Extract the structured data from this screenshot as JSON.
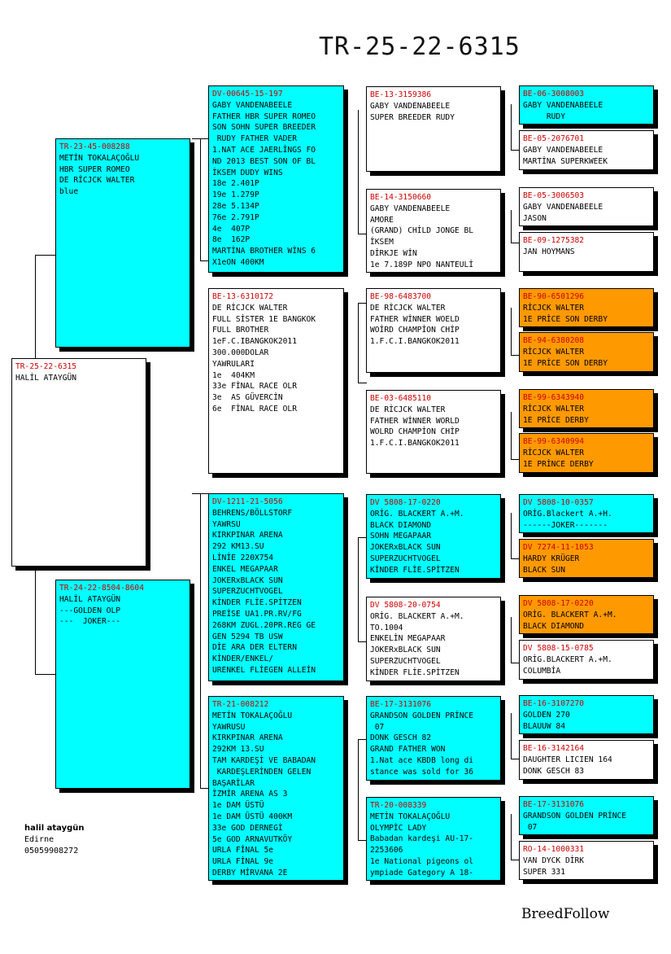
{
  "title": "TR-25-22-6315",
  "brand": "BreedFollow",
  "owner": {
    "name": "halil ataygün",
    "city": "Edirne",
    "phone": "05059908272"
  },
  "boxes": {
    "g0": {
      "ring": "TR-25-22-6315",
      "lines": [
        "HALİL ATAYGÜN"
      ]
    },
    "g1a": {
      "ring": "TR-23-45-008288",
      "lines": [
        "METİN TOKALAÇOĞLU",
        "HBR SUPER ROMEO",
        "DE RİCJCK WALTER",
        "blue"
      ]
    },
    "g1b": {
      "ring": "TR-24-22-8504-8604",
      "lines": [
        "HALİL ATAYGÜN",
        "---GOLDEN OLP",
        "---  JOKER---"
      ]
    },
    "g2a": {
      "ring": "DV-00645-15-197",
      "lines": [
        "GABY VANDENABEELE",
        "FATHER HBR SUPER ROMEO",
        "SON SOHN SUPER BREEDER",
        " RUDY FATHER VADER",
        "1.NAT ACE JAERLİNGS FO",
        "ND 2013 BEST SON OF BL",
        "İKSEM DUDY WINS",
        "18e 2.401P",
        "19e 1.279P",
        "28e 5.134P",
        "76e 2.791P",
        "4e  407P",
        "8e  162P",
        "MARTİNA BROTHER WİNS 6",
        "X1eON 400KM"
      ]
    },
    "g2b": {
      "ring": "BE-13-6310172",
      "lines": [
        "DE RİCJCK WALTER",
        "FULL SİSTER 1E BANGKOK",
        "FULL BROTHER",
        "1eF.C.IBANGKOK2011",
        "300.000DOLAR",
        "YAWRULARI",
        "1e  404KM",
        "33e FİNAL RACE OLR",
        "3e  AS GÜVERCİN",
        "6e  FİNAL RACE OLR"
      ]
    },
    "g2c": {
      "ring": "DV-1211-21-5056",
      "lines": [
        "BEHRENS/BÖLLSTORF",
        "YAWRSU",
        "KIRKPINAR ARENA",
        "292 KM13.SU",
        "LİNİE 220X754",
        "ENKEL MEGAPAAR",
        "JOKERxBLACK SUN",
        "SUPERZUCHTVOGEL",
        "KİNDER FLİE.SPİTZEN",
        "PREİSE UA1.PR.RV/FG",
        "268KM ZUGL.20PR.REG GE",
        "GEN 5294 TB USW",
        "DİE ARA DER ELTERN",
        "KİNDER/ENKEL/",
        "URENKEL FLİEGEN ALLEİN"
      ]
    },
    "g2d": {
      "ring": "TR-21-008212",
      "lines": [
        "METİN TOKALAÇOĞLU",
        "YAWRUSU",
        "KIRKPINAR ARENA",
        "292KM 13.SU",
        "TAM KARDEŞİ VE BABADAN",
        " KARDEŞLERİNDEN GELEN",
        "BAŞARİLAR",
        "İZMİR ARENA AS 3",
        "1e DAM ÜSTÜ",
        "1e DAM ÜSTÜ 400KM",
        "33e GOD DERNEGİ",
        "5e GOD ARNAVUTKÖY",
        "URLA FİNAL 5e",
        "URLA FİNAL 9e",
        "DERBY MİRVANA 2E"
      ]
    },
    "g3a": {
      "ring": "BE-13-3159386",
      "lines": [
        "GABY VANDENABEELE",
        "SUPER BREEDER RUDY"
      ]
    },
    "g3b": {
      "ring": "BE-14-3150660",
      "lines": [
        "GABY VANDENABEELE",
        "AMORE",
        "(GRAND) CHİLD JONGE BL",
        "İKSEM",
        "DİRKJE WİN",
        "1e 7.189P NPO NANTEULİ"
      ]
    },
    "g3c": {
      "ring": "BE-98-6483700",
      "lines": [
        "DE RİCJCK WALTER",
        "FATHER WİNNER WOELD",
        "WOİRD CHAMPİON CHİP",
        "1.F.C.I.BANGKOK2011"
      ]
    },
    "g3d": {
      "ring": "BE-03-6485110",
      "lines": [
        "DE RİCJCK WALTER",
        "FATHER WİNNER WORLD",
        "WOLRD CHAMPİON CHİP",
        "1.F.C.I.BANGKOK2011"
      ]
    },
    "g3e": {
      "ring": "DV 5808-17-0220",
      "lines": [
        "ORİG. BLACKERT A.+M.",
        "BLACK DIAMOND",
        "SOHN MEGAPAAR",
        "JOKERxBLACK SUN",
        "SUPERZUCHTVOGEL",
        "KİNDER FLİE.SPİTZEN"
      ]
    },
    "g3f": {
      "ring": "DV 5808-20-0754",
      "lines": [
        "ORİG. BLACKERT A.+M.",
        "TO.1004",
        "ENKELİN MEGAPAAR",
        "JOKERxBLACK SUN",
        "SUPERZUCHTVOGEL",
        "KİNDER FLİE.SPİTZEN"
      ]
    },
    "g3g": {
      "ring": "BE-17-3131076",
      "lines": [
        "GRANDSON GOLDEN PRİNCE",
        " 07",
        "DONK GESCH 82",
        "GRAND FATHER WON",
        "1.Nat ace KBDB long di",
        "stance was sold for 36"
      ]
    },
    "g3h": {
      "ring": "TR-20-008339",
      "lines": [
        "METİN TOKALAÇOĞLU",
        "OLYMPİC LADY",
        "Babadan kardeşi AU-17-",
        "2253606",
        "1e National pigeons ol",
        "ympiade Gategory A 18-"
      ]
    },
    "g4a": {
      "ring": "BE-06-3008003",
      "lines": [
        "GABY VANDENABEELE",
        "     RUDY"
      ]
    },
    "g4b": {
      "ring": "BE-05-2076701",
      "lines": [
        "GABY VANDENABEELE",
        "MARTİNA SUPERKWEEK"
      ]
    },
    "g4c": {
      "ring": "BE-05-3006503",
      "lines": [
        "GABY VANDENABEELE",
        "JASON"
      ]
    },
    "g4d": {
      "ring": "BE-09-1275382",
      "lines": [
        "JAN HOYMANS"
      ]
    },
    "g4e": {
      "ring": "BE-90-6501296",
      "lines": [
        "RİCJCK WALTER",
        "1E PRİCE SON DERBY"
      ]
    },
    "g4f": {
      "ring": "BE-94-6380208",
      "lines": [
        "RİCJCK WALTER",
        "1E PRİCE SON DERBY"
      ]
    },
    "g4g": {
      "ring": "BE-99-6343940",
      "lines": [
        "RİCJCK WALTER",
        "1E PRİCE DERBY"
      ]
    },
    "g4h": {
      "ring": "BE-99-6340994",
      "lines": [
        "RİCJCK WALTER",
        "1E PRİNCE DERBY"
      ]
    },
    "g4i": {
      "ring": "DV 5808-10-0357",
      "lines": [
        "ORİG.Blackert A.+H.",
        "------JOKER-------"
      ]
    },
    "g4j": {
      "ring": "DV 7274-11-1053",
      "lines": [
        "HARDY KRÜGER",
        "BLACK SUN"
      ]
    },
    "g4k": {
      "ring": "DV 5808-17-0220",
      "lines": [
        "ORİG. BLACKERT A.+M.",
        "BLACK DIAMOND"
      ]
    },
    "g4l": {
      "ring": "DV 5808-15-0785",
      "lines": [
        "ORİG.BLACKERT A.+M.",
        "COLUMBİA"
      ]
    },
    "g4m": {
      "ring": "BE-16-3107270",
      "lines": [
        "GOLDEN 270",
        "BLAUUW 84"
      ]
    },
    "g4n": {
      "ring": "BE-16-3142164",
      "lines": [
        "DAUGHTER LICIEN 164",
        "DONK GESCH 83"
      ]
    },
    "g4o": {
      "ring": "BE-17-3131076",
      "lines": [
        "GRANDSON GOLDEN PRİNCE",
        " 07"
      ]
    },
    "g4p": {
      "ring": "RO-14-1000331",
      "lines": [
        "VAN DYCK DİRK",
        "SUPER 331"
      ]
    }
  }
}
